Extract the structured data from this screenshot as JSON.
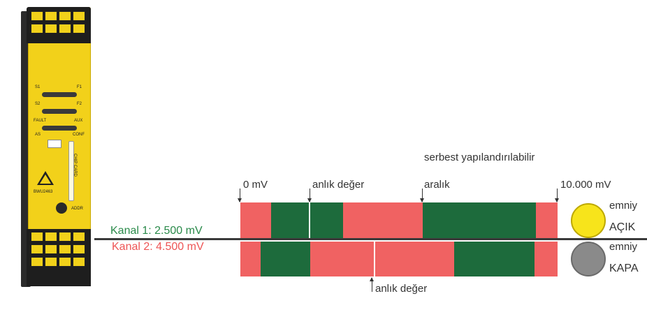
{
  "labels": {
    "zero": "0 mV",
    "instant_top": "anlık değer",
    "free_line1": "serbest yapılandırılabilir",
    "free_line2": "aralık",
    "max": "10.000 mV",
    "instant_bottom": "anlık değer",
    "kanal1": "Kanal 1: 2.500 mV",
    "kanal2": "Kanal 2: 4.500 mV",
    "safe_open_1": "emniy",
    "safe_open_2": "AÇIK",
    "safe_closed_1": "emniy",
    "safe_closed_2": "KAPA"
  },
  "device_labels": {
    "s_labels": [
      "S1",
      "S2",
      "F1",
      "F2"
    ],
    "fault": "FAULT",
    "aux": "AUX",
    "as": "AS",
    "conf": "CONF",
    "chip": "CHIP CARD",
    "model": "BWU2463",
    "addr": "ADDR"
  },
  "colors": {
    "red": "#f06262",
    "green": "#1d6b3c",
    "kanal1": "#2a8a4a",
    "kanal2": "#ee5555",
    "yellow": "#f7e41b",
    "gray": "#8a8a8a"
  }
}
